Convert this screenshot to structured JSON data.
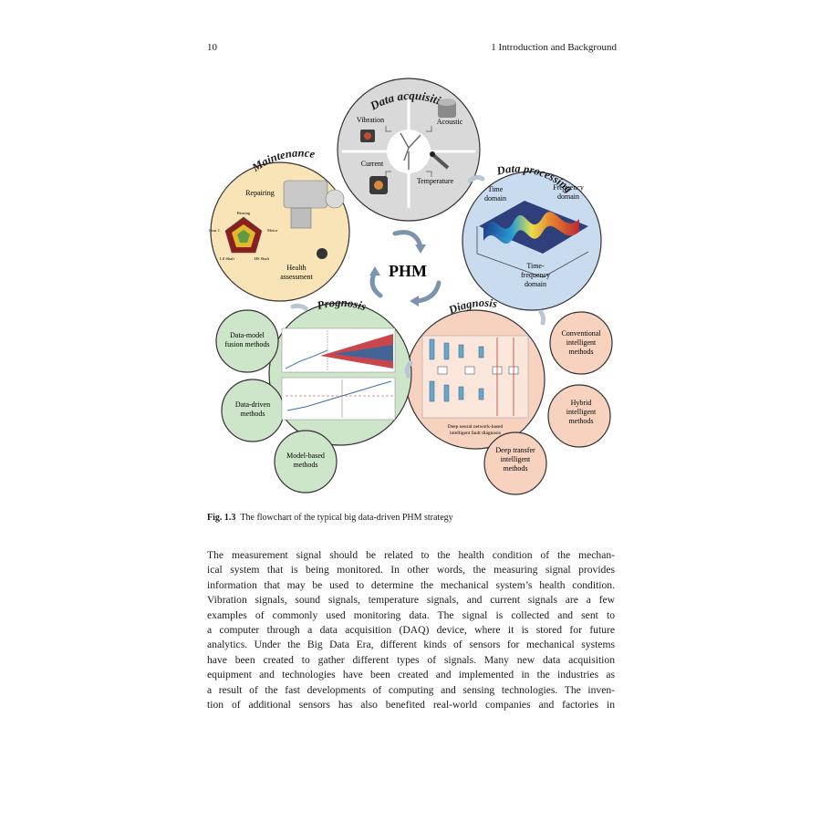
{
  "header": {
    "page_number": "10",
    "running_title": "1   Introduction and Background"
  },
  "figure": {
    "center_label": "PHM",
    "modules": {
      "data_acquisition": {
        "title": "Data acquisition",
        "items": [
          "Vibration",
          "Acoustic",
          "Current",
          "Temperature"
        ]
      },
      "data_processing": {
        "title": "Data processing",
        "time_domain": [
          "Time",
          "domain"
        ],
        "frequency_domain": [
          "Frequency",
          "domain"
        ],
        "time_frequency_domain": [
          "Time-",
          "frequency",
          "domain"
        ]
      },
      "diagnosis": {
        "title": "Diagnosis",
        "network_caption": [
          "Deep neural network-based",
          "intelligent fault diagnosis"
        ],
        "satellites": [
          [
            "Conventional",
            "intelligent",
            "methods"
          ],
          [
            "Hybrid",
            "intelligent",
            "methods"
          ],
          [
            "Deep transfer",
            "intelligent",
            "methods"
          ]
        ]
      },
      "prognosis": {
        "title": "Prognosis",
        "satellites": [
          [
            "Data-model",
            "fusion methods"
          ],
          [
            "Data-driven",
            "methods"
          ],
          [
            "Model-based",
            "methods"
          ]
        ]
      },
      "maintenance": {
        "title": "Maintenance",
        "repairing": "Repairing",
        "health_assessment": [
          "Health",
          "assessment"
        ],
        "radar_labels": [
          "Bearing",
          "Motor",
          "HS Shaft",
          "LS Shaft",
          "Gear 1"
        ]
      }
    },
    "colors": {
      "acquisition": "#d9d9d9",
      "processing": "#c9dcef",
      "diagnosis": "#f7d2bf",
      "prognosis": "#cde5c8",
      "maintenance": "#f8e4b7",
      "arrow": "#7a94ad"
    }
  },
  "caption": {
    "label": "Fig. 1.3",
    "text": "The flowchart of the typical big data-driven PHM strategy"
  },
  "body": {
    "lines": [
      "The measurement signal should be related to the health condition of the mechan-",
      "ical system that is being monitored. In other words, the measuring signal provides",
      "information that may be used to determine the mechanical system’s health condition.",
      "Vibration signals, sound signals, temperature signals, and current signals are a few",
      "examples of commonly used monitoring data. The signal is collected and sent to",
      "a computer through a data acquisition (DAQ) device, where it is stored for future",
      "analytics. Under the Big Data Era, different kinds of sensors for mechanical systems",
      "have been created to gather different types of signals. Many new data acquisition",
      "equipment and technologies have been created and implemented in the industries as",
      "a result of the fast developments of computing and sensing technologies. The inven-",
      "tion of additional sensors has also benefited real-world companies and factories in"
    ]
  }
}
